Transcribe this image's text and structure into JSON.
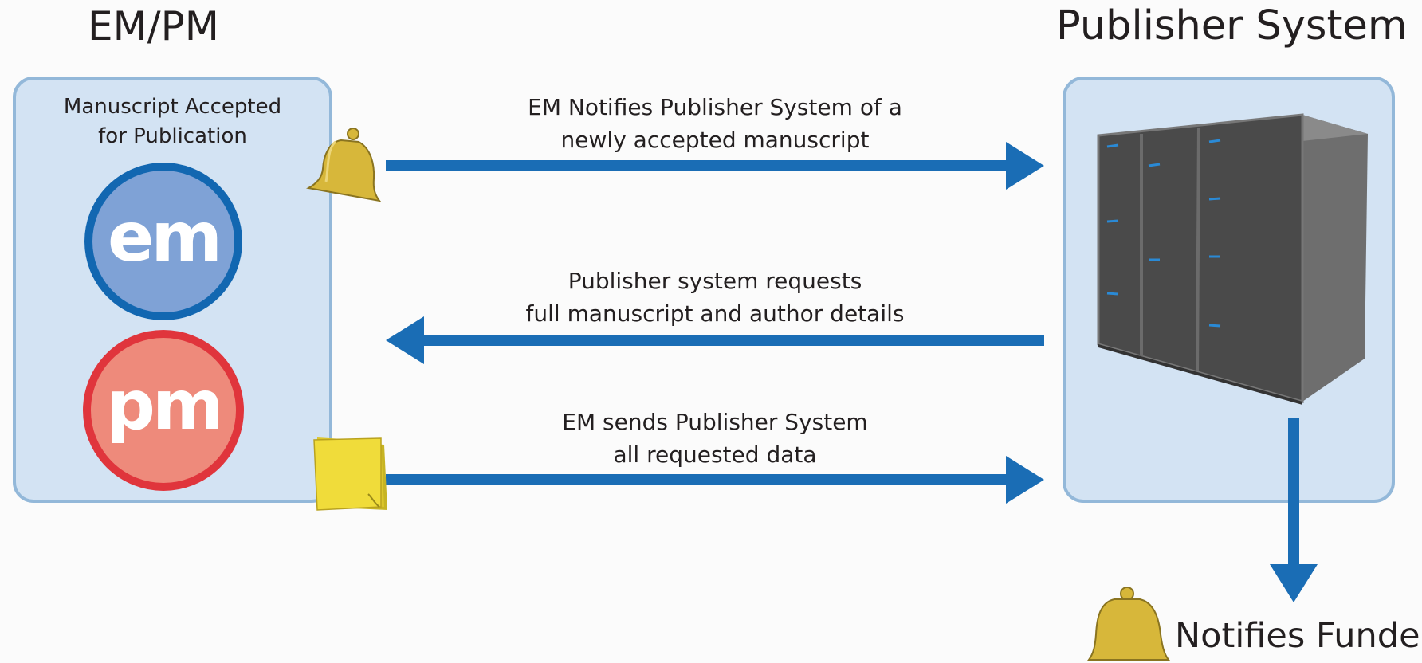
{
  "headings": {
    "left": "EM/PM",
    "right": "Publisher System"
  },
  "em_panel": {
    "caption_line1": "Manuscript Accepted",
    "caption_line2": "for Publication",
    "em_logo": "em",
    "pm_logo": "pm"
  },
  "flows": [
    {
      "direction": "right",
      "line1": "EM Notifies Publisher System of a",
      "line2": "newly accepted manuscript",
      "icon": "bell-icon"
    },
    {
      "direction": "left",
      "line1": "Publisher system requests",
      "line2": "full manuscript and author details"
    },
    {
      "direction": "right",
      "line1": "EM sends Publisher System",
      "line2": "all requested data",
      "icon": "sticky-notes-icon"
    }
  ],
  "funder": {
    "label": "Notifies Funder",
    "icon": "bell-icon"
  },
  "colors": {
    "arrow": "#1a6db5",
    "panel_fill": "#d3e3f3",
    "panel_border": "#93b8d9",
    "em_blue": "#1267b1",
    "pm_red": "#e0353c",
    "bell_gold": "#d7b73a",
    "sticky_yellow": "#f0dc3a"
  }
}
